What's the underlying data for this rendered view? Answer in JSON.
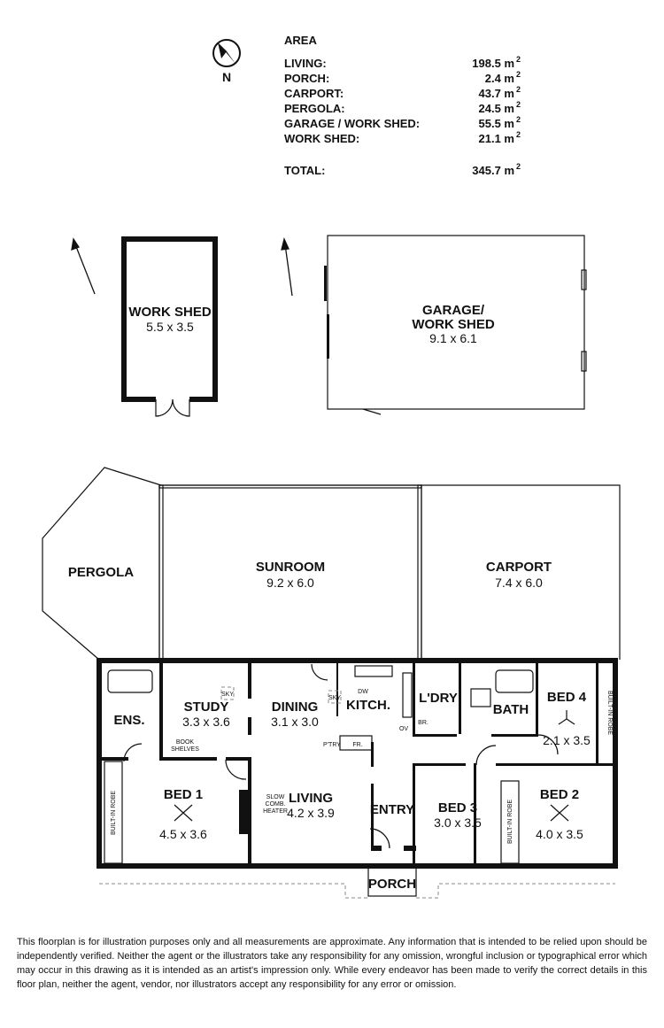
{
  "compass": {
    "label": "N"
  },
  "area_table": {
    "heading": "AREA",
    "unit_superscript": "2",
    "rows": [
      {
        "label": "LIVING:",
        "value": "198.5 m"
      },
      {
        "label": "PORCH:",
        "value": "2.4 m"
      },
      {
        "label": "CARPORT:",
        "value": "43.7 m"
      },
      {
        "label": "PERGOLA:",
        "value": "24.5 m"
      },
      {
        "label": "GARAGE / WORK SHED:",
        "value": "55.5 m"
      },
      {
        "label": "WORK SHED:",
        "value": "21.1 m"
      }
    ],
    "total": {
      "label": "TOTAL:",
      "value": "345.7 m"
    }
  },
  "rooms": {
    "work_shed": {
      "name": "WORK SHED",
      "dims": "5.5 x 3.5"
    },
    "garage": {
      "name": "GARAGE/",
      "name2": "WORK SHED",
      "dims": "9.1 x 6.1"
    },
    "pergola": {
      "name": "PERGOLA"
    },
    "sunroom": {
      "name": "SUNROOM",
      "dims": "9.2 x 6.0"
    },
    "carport": {
      "name": "CARPORT",
      "dims": "7.4 x 6.0"
    },
    "ens": {
      "name": "ENS."
    },
    "study": {
      "name": "STUDY",
      "dims": "3.3 x 3.6"
    },
    "dining": {
      "name": "DINING",
      "dims": "3.1 x 3.0"
    },
    "kitchen": {
      "name": "KITCH."
    },
    "laundry": {
      "name": "L'DRY"
    },
    "bath": {
      "name": "BATH"
    },
    "bed4": {
      "name": "BED 4",
      "dims": "2.1 x 3.5"
    },
    "bed1": {
      "name": "BED 1",
      "dims": "4.5 x 3.6"
    },
    "living": {
      "name": "LIVING",
      "dims": "4.2 x 3.9"
    },
    "entry": {
      "name": "ENTRY"
    },
    "bed3": {
      "name": "BED 3",
      "dims": "3.0 x 3.5"
    },
    "bed2": {
      "name": "BED 2",
      "dims": "4.0 x 3.5"
    },
    "porch": {
      "name": "PORCH"
    }
  },
  "fixtures": {
    "sky": "SKY",
    "dw": "DW",
    "ov": "OV",
    "br": "BR.",
    "pantry": "P'TRY",
    "fridge": "FR.",
    "book1": "BOOK",
    "book2": "SHELVES",
    "robe": "BUILT-IN ROBE",
    "heater1": "SLOW",
    "heater2": "COMB.",
    "heater3": "HEATER"
  },
  "disclaimer": "This floorplan is for illustration purposes only and all measurements are approximate. Any information that is intended to be relied upon should be independently verified. Neither the agent or the illustrators take any responsibility for any omission, wrongful inclusion or typographical error which may occur in this drawing as it is intended as an artist's impression only. While every endeavor has been made to verify the correct details in this floor plan, neither the agent, vendor, nor illustrators accept any responsibility for any error or omission."
}
